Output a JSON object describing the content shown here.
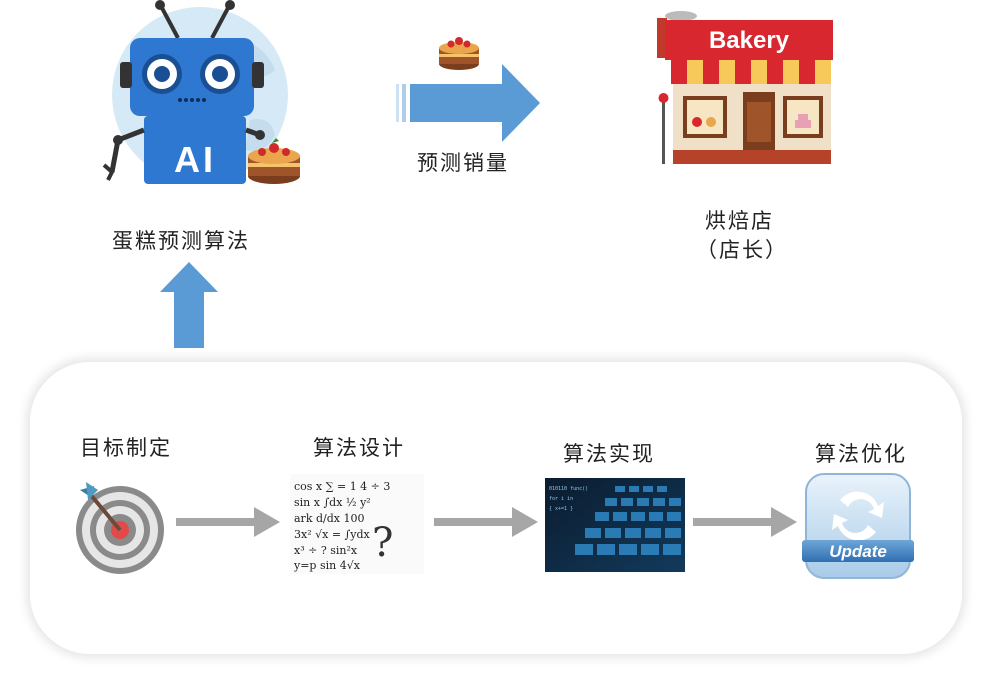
{
  "top": {
    "algorithm_label": "蛋糕预测算法",
    "sales_label": "预测销量",
    "shop_label_line1": "烘焙店",
    "shop_label_line2": "（店长）",
    "robot_badge": "AI",
    "shop_sign": "Bakery"
  },
  "steps": [
    {
      "label": "目标制定",
      "icon": "target-icon"
    },
    {
      "label": "算法设计",
      "icon": "math-formulas-icon"
    },
    {
      "label": "算法实现",
      "icon": "keyboard-icon"
    },
    {
      "label": "算法优化",
      "icon": "update-icon",
      "badge": "Update"
    }
  ],
  "colors": {
    "blue_arrow": "#5b9bd5",
    "gray_arrow": "#a6a6a6",
    "robot_blue": "#2e78d2",
    "shop_red": "#d8272f"
  }
}
